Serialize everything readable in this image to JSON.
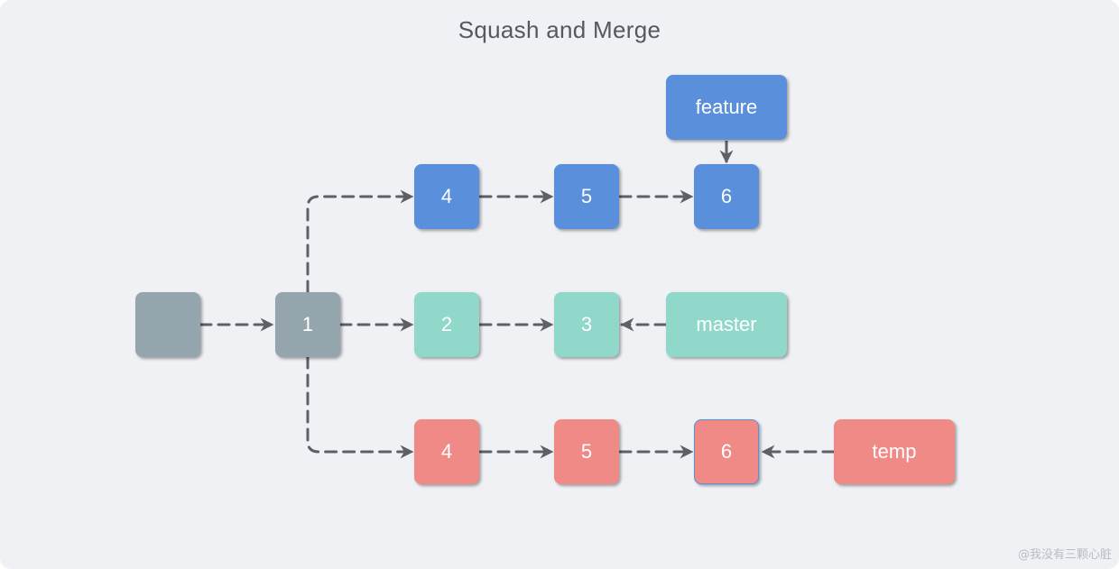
{
  "title": "Squash and Merge",
  "colors": {
    "gray": "#95a5ae",
    "blue": "#5a8fdc",
    "teal": "#8fd8ca",
    "red": "#f08a86",
    "edge": "#5e6066"
  },
  "commits": {
    "root": "",
    "c1": "1",
    "f4": "4",
    "f5": "5",
    "f6": "6",
    "m2": "2",
    "m3": "3",
    "t4": "4",
    "t5": "5",
    "t6": "6"
  },
  "refs": {
    "feature": "feature",
    "master": "master",
    "temp": "temp"
  },
  "watermark": "@我没有三颗心脏"
}
